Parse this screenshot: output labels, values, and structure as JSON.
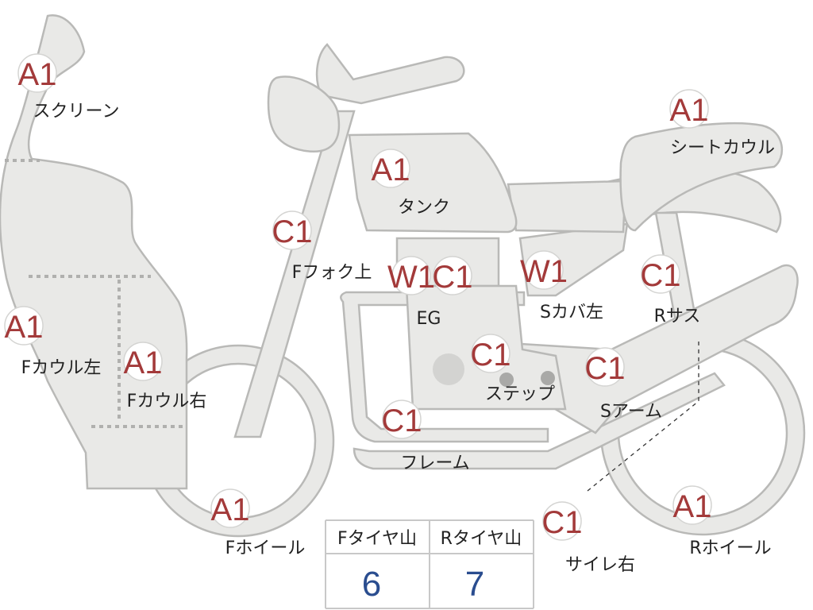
{
  "parts": [
    {
      "id": "screen",
      "code": "A1",
      "label": "スクリーン"
    },
    {
      "id": "fcowl-left",
      "code": "A1",
      "label": "Fカウル左"
    },
    {
      "id": "fcowl-right",
      "code": "A1",
      "label": "Fカウル右"
    },
    {
      "id": "ffork-upper",
      "code": "C1",
      "label": "Fフォク上"
    },
    {
      "id": "tank",
      "code": "A1",
      "label": "タンク"
    },
    {
      "id": "engine-w",
      "code": "W1",
      "label": "EG"
    },
    {
      "id": "engine-c",
      "code": "C1",
      "label": ""
    },
    {
      "id": "side-cover-left",
      "code": "W1",
      "label": "Sカバ左"
    },
    {
      "id": "seat-cowl",
      "code": "A1",
      "label": "シートカウル"
    },
    {
      "id": "rear-sus",
      "code": "C1",
      "label": "Rサス"
    },
    {
      "id": "step",
      "code": "C1",
      "label": "ステップ"
    },
    {
      "id": "swing-arm",
      "code": "C1",
      "label": "Sアーム"
    },
    {
      "id": "frame",
      "code": "C1",
      "label": "フレーム"
    },
    {
      "id": "front-wheel",
      "code": "A1",
      "label": "Fホイール"
    },
    {
      "id": "muffler-right",
      "code": "C1",
      "label": "サイレ右"
    },
    {
      "id": "rear-wheel",
      "code": "A1",
      "label": "Rホイール"
    }
  ],
  "tire_table": {
    "front_header": "Fタイヤ山",
    "rear_header": "Rタイヤ山",
    "front_value": "6",
    "rear_value": "7"
  }
}
